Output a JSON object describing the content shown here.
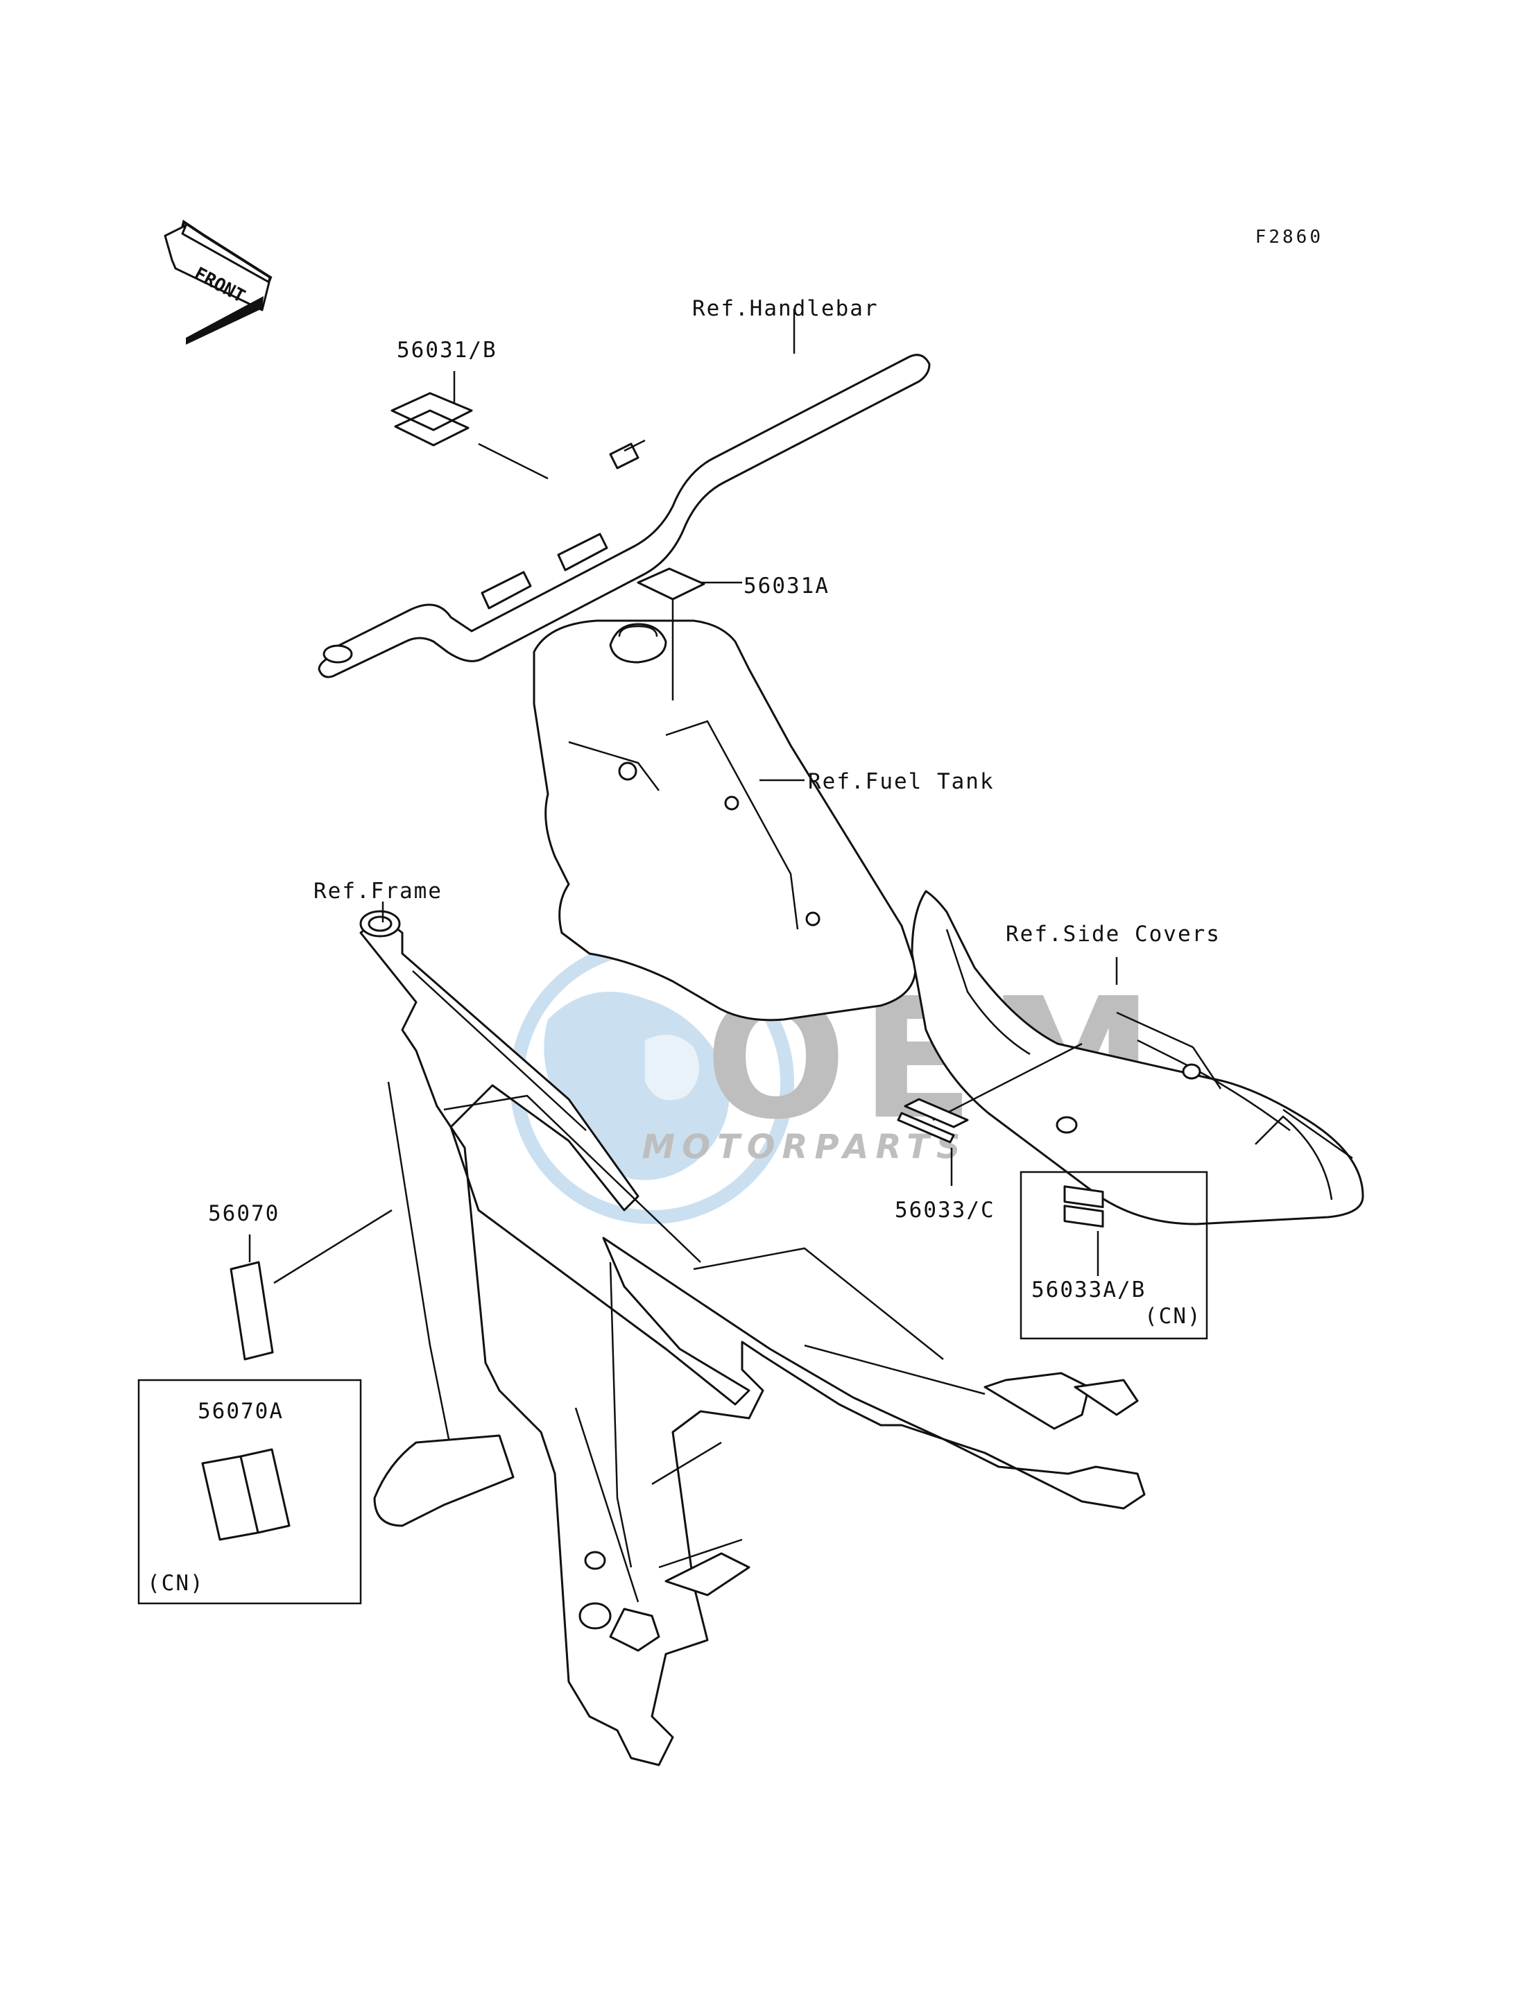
{
  "diagram_code": "F2860",
  "front_arrow_label": "FRONT",
  "watermark": {
    "brand": "OEM",
    "sub": "MOTORPARTS",
    "color": "#9fc7e6",
    "gray": "#8a8a8a"
  },
  "labels": {
    "ref_handlebar": "Ref.Handlebar",
    "part_56031b": "56031/B",
    "part_56031a": "56031A",
    "ref_fuel_tank": "Ref.Fuel Tank",
    "ref_frame": "Ref.Frame",
    "ref_side_covers": "Ref.Side Covers",
    "part_56033c": "56033/C",
    "part_56033ab": "56033A/B",
    "cn_right": "(CN)",
    "part_56070": "56070",
    "part_56070a": "56070A",
    "cn_left": "(CN)"
  }
}
